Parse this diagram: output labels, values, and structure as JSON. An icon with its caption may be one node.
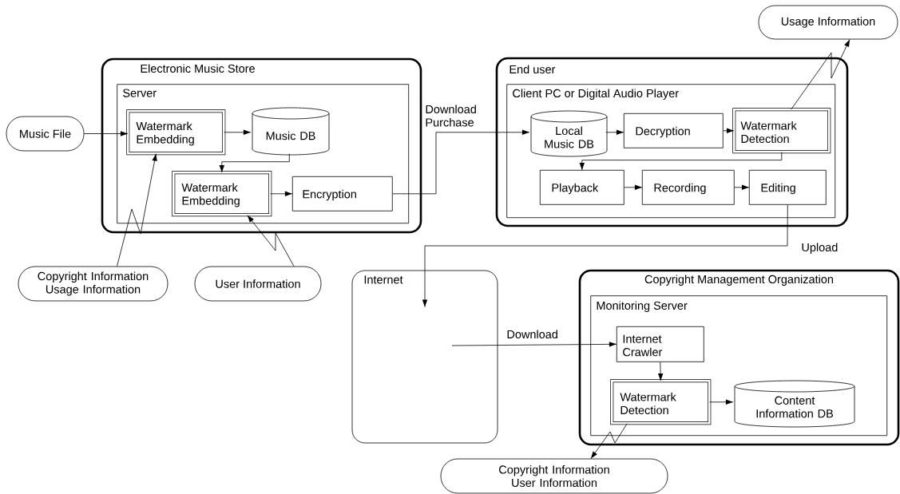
{
  "diagram": {
    "nodes": [
      {
        "text": [
          "Electronic Music Store"
        ]
      },
      {
        "text": [
          "Server"
        ],
        "in": 0
      },
      {
        "text": [
          "Music File"
        ]
      },
      {
        "text": [
          "Watermark Embedding"
        ],
        "in": 1
      },
      {
        "text": [
          "Music DB"
        ],
        "in": 1
      },
      {
        "text": [
          "Watermark Embedding"
        ],
        "in": 1
      },
      {
        "text": [
          "Encryption"
        ],
        "in": 1
      },
      {
        "text": [
          "Copyright Information Usage Information"
        ]
      },
      {
        "text": [
          "User Information"
        ]
      },
      {
        "text": [
          "End user"
        ]
      },
      {
        "text": [
          "Client PC or Digital Audio Player"
        ],
        "in": 9
      },
      {
        "text": [
          "Local Music DB"
        ],
        "in": 10
      },
      {
        "text": [
          "Decryption"
        ],
        "in": 10
      },
      {
        "text": [
          "Watermark Detection"
        ],
        "in": 10
      },
      {
        "text": [
          "Playback"
        ],
        "in": 10
      },
      {
        "text": [
          "Recording"
        ],
        "in": 10
      },
      {
        "text": [
          "Editing"
        ],
        "in": 10
      },
      {
        "text": [
          "Usage Information"
        ]
      },
      {
        "text": [
          "Internet"
        ]
      },
      {
        "text": [
          "Copyright Management Organization"
        ]
      },
      {
        "text": [
          "Monitoring Server"
        ],
        "in": 19
      },
      {
        "text": [
          "Internet Crawler"
        ],
        "in": 20
      },
      {
        "text": [
          "Watermark Detection"
        ],
        "in": 20
      },
      {
        "text": [
          "Content Information DB"
        ],
        "in": 20
      },
      {
        "text": [
          "Copyright Information User Information"
        ]
      }
    ],
    "edges": [
      {
        "from": 2,
        "to": 3,
        "arrow": "to"
      },
      {
        "from": 3,
        "to": 4,
        "arrow": "to"
      },
      {
        "from": 4,
        "to": 5,
        "arrow": "to"
      },
      {
        "from": 5,
        "to": 6,
        "arrow": "to"
      },
      {
        "from": 6,
        "to": 11,
        "arrow": "to",
        "label": "Download Purchase"
      },
      {
        "from": 7,
        "to": 3,
        "arrow": "to"
      },
      {
        "from": 8,
        "to": 5,
        "arrow": "to"
      },
      {
        "from": 11,
        "to": 12,
        "arrow": "to"
      },
      {
        "from": 12,
        "to": 13,
        "arrow": "to"
      },
      {
        "from": 13,
        "to": 14,
        "arrow": "to"
      },
      {
        "from": 14,
        "to": 15,
        "arrow": "to"
      },
      {
        "from": 15,
        "to": 16,
        "arrow": "to"
      },
      {
        "from": 13,
        "to": 17,
        "arrow": "to"
      },
      {
        "from": 16,
        "to": 18,
        "arrow": "to",
        "label": "Upload"
      },
      {
        "from": 18,
        "to": 21,
        "arrow": "to",
        "label": "Download"
      },
      {
        "from": 21,
        "to": 22,
        "arrow": "to"
      },
      {
        "from": 22,
        "to": 23,
        "arrow": "to"
      },
      {
        "from": 22,
        "to": 24,
        "arrow": "to"
      }
    ]
  }
}
